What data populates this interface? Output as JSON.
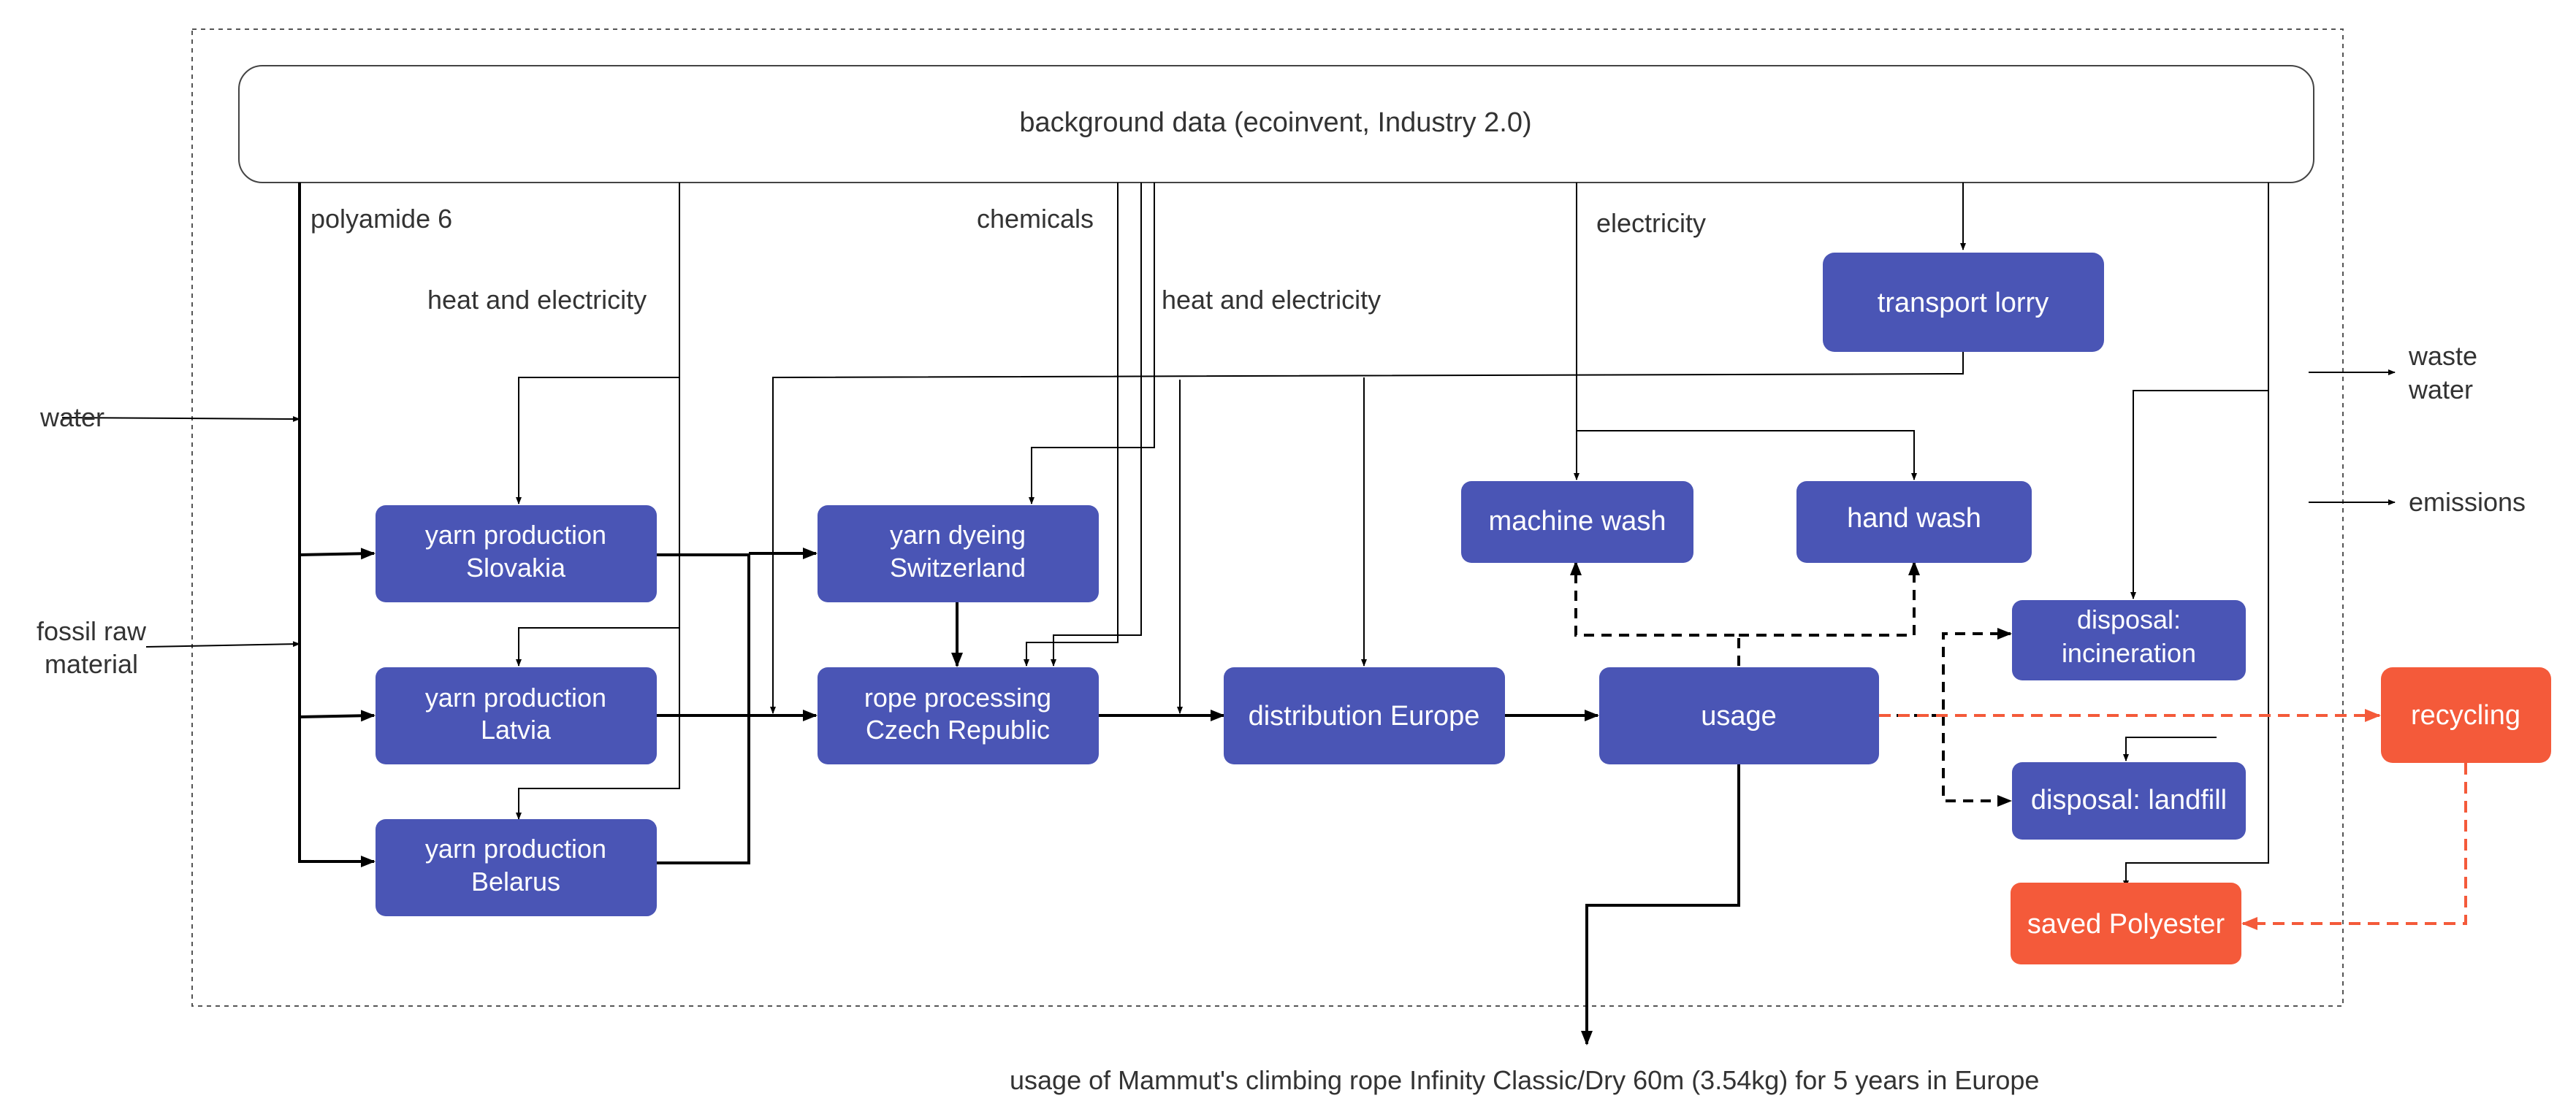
{
  "colors": {
    "process": "#4a55b5",
    "recycling": "#f45a3a",
    "line": "#000000",
    "text": "#333333"
  },
  "header": {
    "background": "background data (ecoinvent, Industry 2.0)"
  },
  "labels": {
    "polyamide": "polyamide 6",
    "heat_elec_1": "heat and electricity",
    "chemicals": "chemicals",
    "heat_elec_2": "heat and electricity",
    "electricity": "electricity",
    "water": "water",
    "fossil_1": "fossil raw",
    "fossil_2": "material",
    "waste_1": "waste",
    "waste_2": "water",
    "emissions": "emissions",
    "footer": "usage of Mammut's climbing rope Infinity Classic/Dry 60m (3.54kg) for 5 years in Europe"
  },
  "nodes": {
    "yarn_slovakia": [
      "yarn production",
      "Slovakia"
    ],
    "yarn_latvia": [
      "yarn production",
      "Latvia"
    ],
    "yarn_belarus": [
      "yarn production",
      "Belarus"
    ],
    "yarn_dyeing": [
      "yarn dyeing",
      "Switzerland"
    ],
    "rope_processing": [
      "rope processing",
      "Czech Republic"
    ],
    "distribution": [
      "distribution Europe"
    ],
    "usage": [
      "usage"
    ],
    "transport": [
      "transport lorry"
    ],
    "machine_wash": [
      "machine wash"
    ],
    "hand_wash": [
      "hand wash"
    ],
    "disposal_incineration": [
      "disposal:",
      "incineration"
    ],
    "disposal_landfill": [
      "disposal: landfill"
    ],
    "recycling": [
      "recycling"
    ],
    "saved_polyester": [
      "saved Polyester"
    ]
  }
}
